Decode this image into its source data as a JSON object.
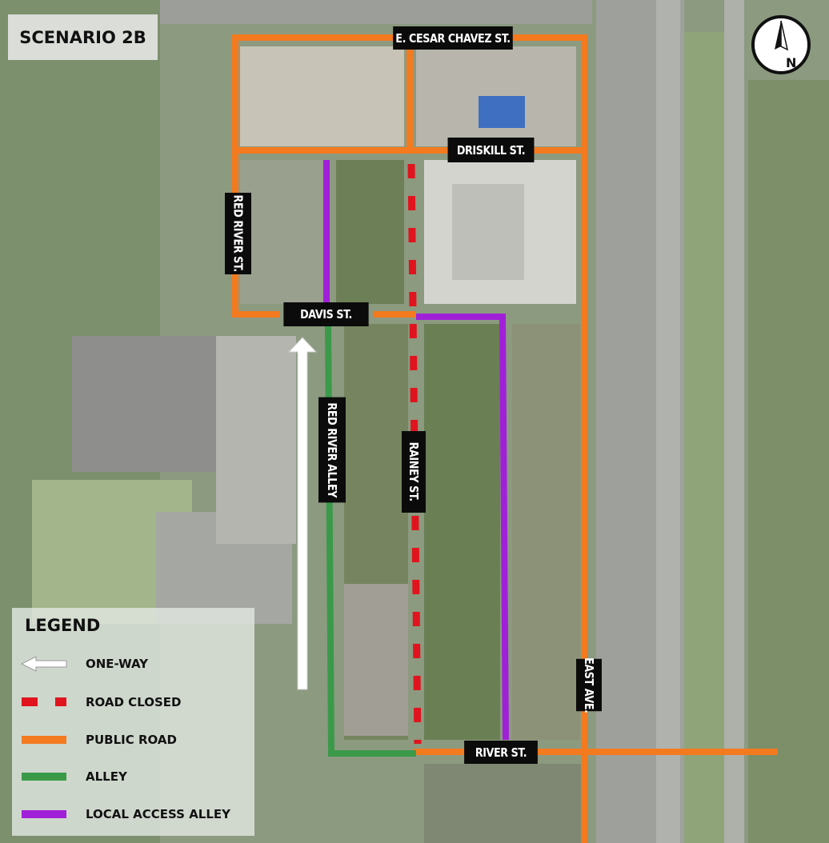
{
  "title": "SCENARIO 2B",
  "streets": {
    "cesar_chavez": "E. CESAR CHAVEZ ST.",
    "driskill": "DRISKILL ST.",
    "red_river": "RED RIVER ST.",
    "davis": "DAVIS ST.",
    "red_river_alley": "RED RIVER ALLEY",
    "rainey": "RAINEY ST.",
    "east_ave": "EAST AVE.",
    "river": "RIVER ST."
  },
  "compass": {
    "label": "N"
  },
  "legend": {
    "title": "LEGEND",
    "items": [
      {
        "label": "ONE-WAY",
        "color": "#ffffff"
      },
      {
        "label": "ROAD CLOSED",
        "color": "#e0141e"
      },
      {
        "label": "PUBLIC ROAD",
        "color": "#f47a1f"
      },
      {
        "label": "ALLEY",
        "color": "#3a9a4a"
      },
      {
        "label": "LOCAL ACCESS ALLEY",
        "color": "#a020d8"
      }
    ]
  }
}
